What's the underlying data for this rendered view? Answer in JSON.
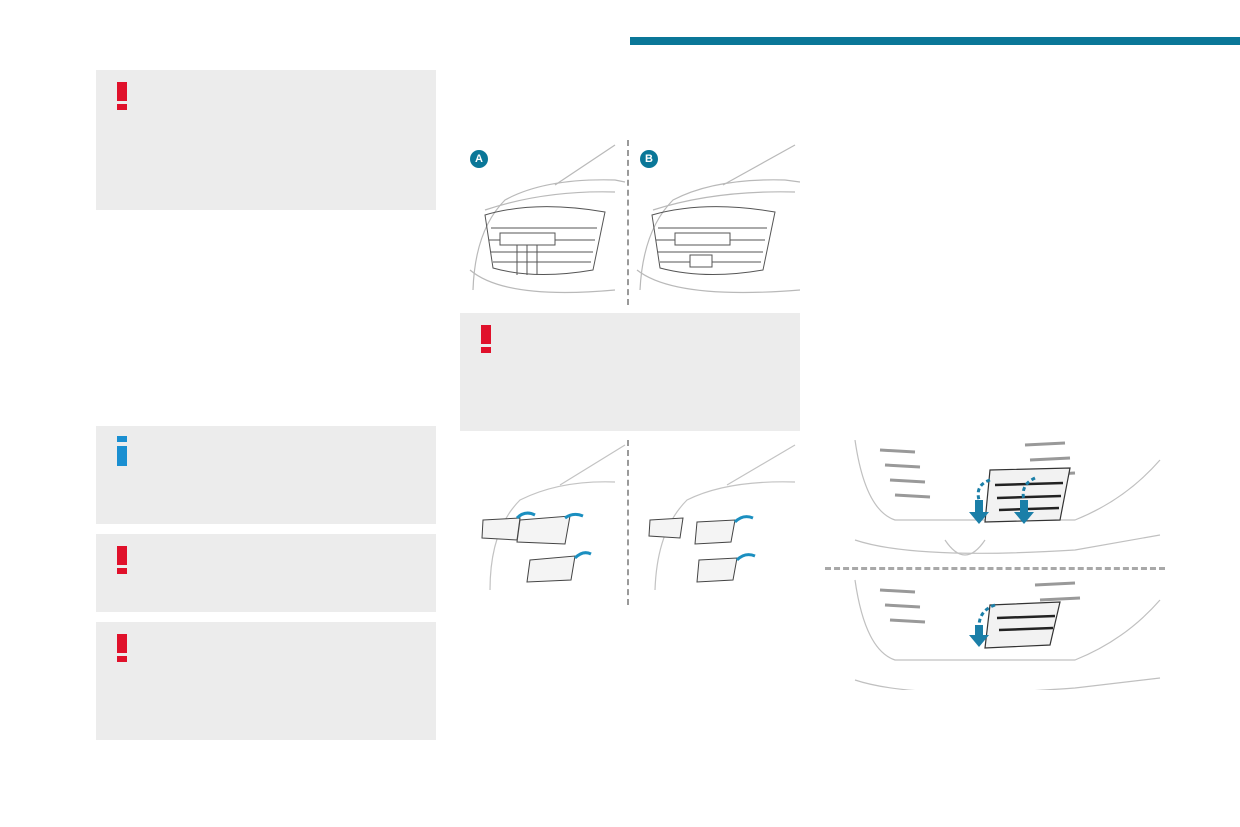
{
  "colors": {
    "accent": "#0a7798",
    "warning": "#e0112b",
    "info": "#1a8fd1",
    "box_bg": "#ececec"
  },
  "notes": [
    {
      "type": "warning",
      "icon": "exclamation-icon"
    },
    {
      "type": "info",
      "icon": "info-icon"
    },
    {
      "type": "warning",
      "icon": "exclamation-icon"
    },
    {
      "type": "warning",
      "icon": "exclamation-icon"
    },
    {
      "type": "warning",
      "icon": "exclamation-icon"
    }
  ],
  "figures": {
    "grille_versions": {
      "label_a": "A",
      "label_b": "B"
    }
  }
}
